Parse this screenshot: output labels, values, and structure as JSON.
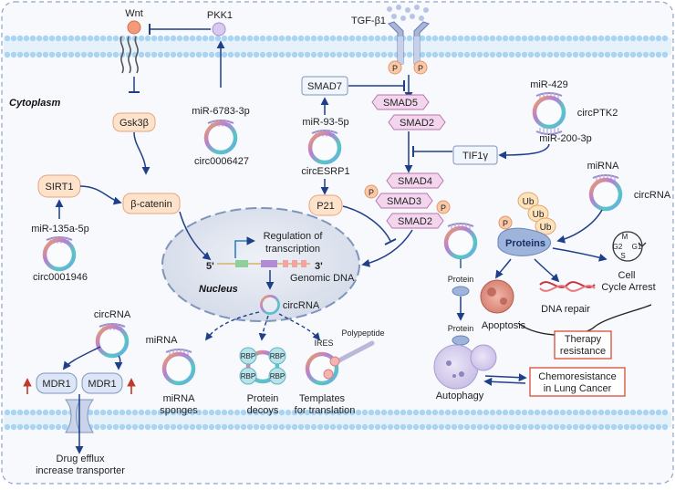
{
  "labels": {
    "wnt": "Wnt",
    "pkk1": "PKK1",
    "tgfb1": "TGF-β1",
    "gsk3b": "Gsk3β",
    "beta_catenin": "β-catenin",
    "sirt1": "SIRT1",
    "cytoplasm": "Cytoplasm",
    "nucleus": "Nucleus",
    "mir_6783": "miR-6783-3p",
    "circ0006427": "circ0006427",
    "mir_135a": "miR-135a-5p",
    "circ0001946": "circ0001946",
    "smad7": "SMAD7",
    "mir_93": "miR-93-5p",
    "circesrp1": "circESRP1",
    "p21": "P21",
    "smad5": "SMAD5",
    "smad2_top": "SMAD2",
    "smad4": "SMAD4",
    "smad3": "SMAD3",
    "smad2_bottom": "SMAD2",
    "p": "P",
    "mir_429": "miR-429",
    "circptk2": "circPTK2",
    "mir_200": "miR-200-3p",
    "tif1g": "TIF1γ",
    "mirna_right": "miRNA",
    "circrna_right": "circRNA",
    "ub": "Ub",
    "proteins": "Proteins",
    "cell_cycle_line1": "Cell",
    "cell_cycle_line2": "Cycle Arrest",
    "cycle_m": "M",
    "cycle_g2": "G2",
    "cycle_g1": "G1",
    "cycle_s": "S",
    "dna_repair": "DNA repair",
    "apoptosis": "Apoptosis",
    "therapy_line1": "Therapy",
    "therapy_line2": "resistance",
    "protein1": "Protein",
    "protein2": "Protein",
    "autophagy": "Autophagy",
    "chemo_line1": "Chemoresistance",
    "chemo_line2": "in Lung Cancer",
    "regulation_line1": "Regulation of",
    "regulation_line2": "transcription",
    "five_prime": "5'",
    "three_prime": "3'",
    "genomic_dna": "Genomic DNA",
    "circrna_nucleus": "circRNA",
    "mirna_sponge_top": "miRNA",
    "mirna_sponge_line1": "miRNA",
    "mirna_sponge_line2": "sponges",
    "rbp": "RBP",
    "protein_decoys_line1": "Protein",
    "protein_decoys_line2": "decoys",
    "ires": "IRES",
    "polypeptide": "Polypeptide",
    "templates_line1": "Templates",
    "templates_line2": "for translation",
    "circrna_left": "circRNA",
    "mdr1": "MDR1",
    "drug_line1": "Drug efflux",
    "drug_line2": "increase transporter"
  },
  "colors": {
    "membrane_head": "#a9d4f2",
    "membrane_tail": "#e6f1fa",
    "arrow": "#1f3f88",
    "gsk_fill": "#fde2cc",
    "gsk_stroke": "#e9a47a",
    "smad_fill": "#f3d6ee",
    "smad_stroke": "#b973ad",
    "nucleus_fill": "#dfe4ee",
    "nucleus_stroke": "#7f95bd",
    "protein_fill": "#9fb4da",
    "ub_fill": "#fde2bc",
    "red_box": "#d94a38",
    "dna_red": "#c7353b"
  }
}
